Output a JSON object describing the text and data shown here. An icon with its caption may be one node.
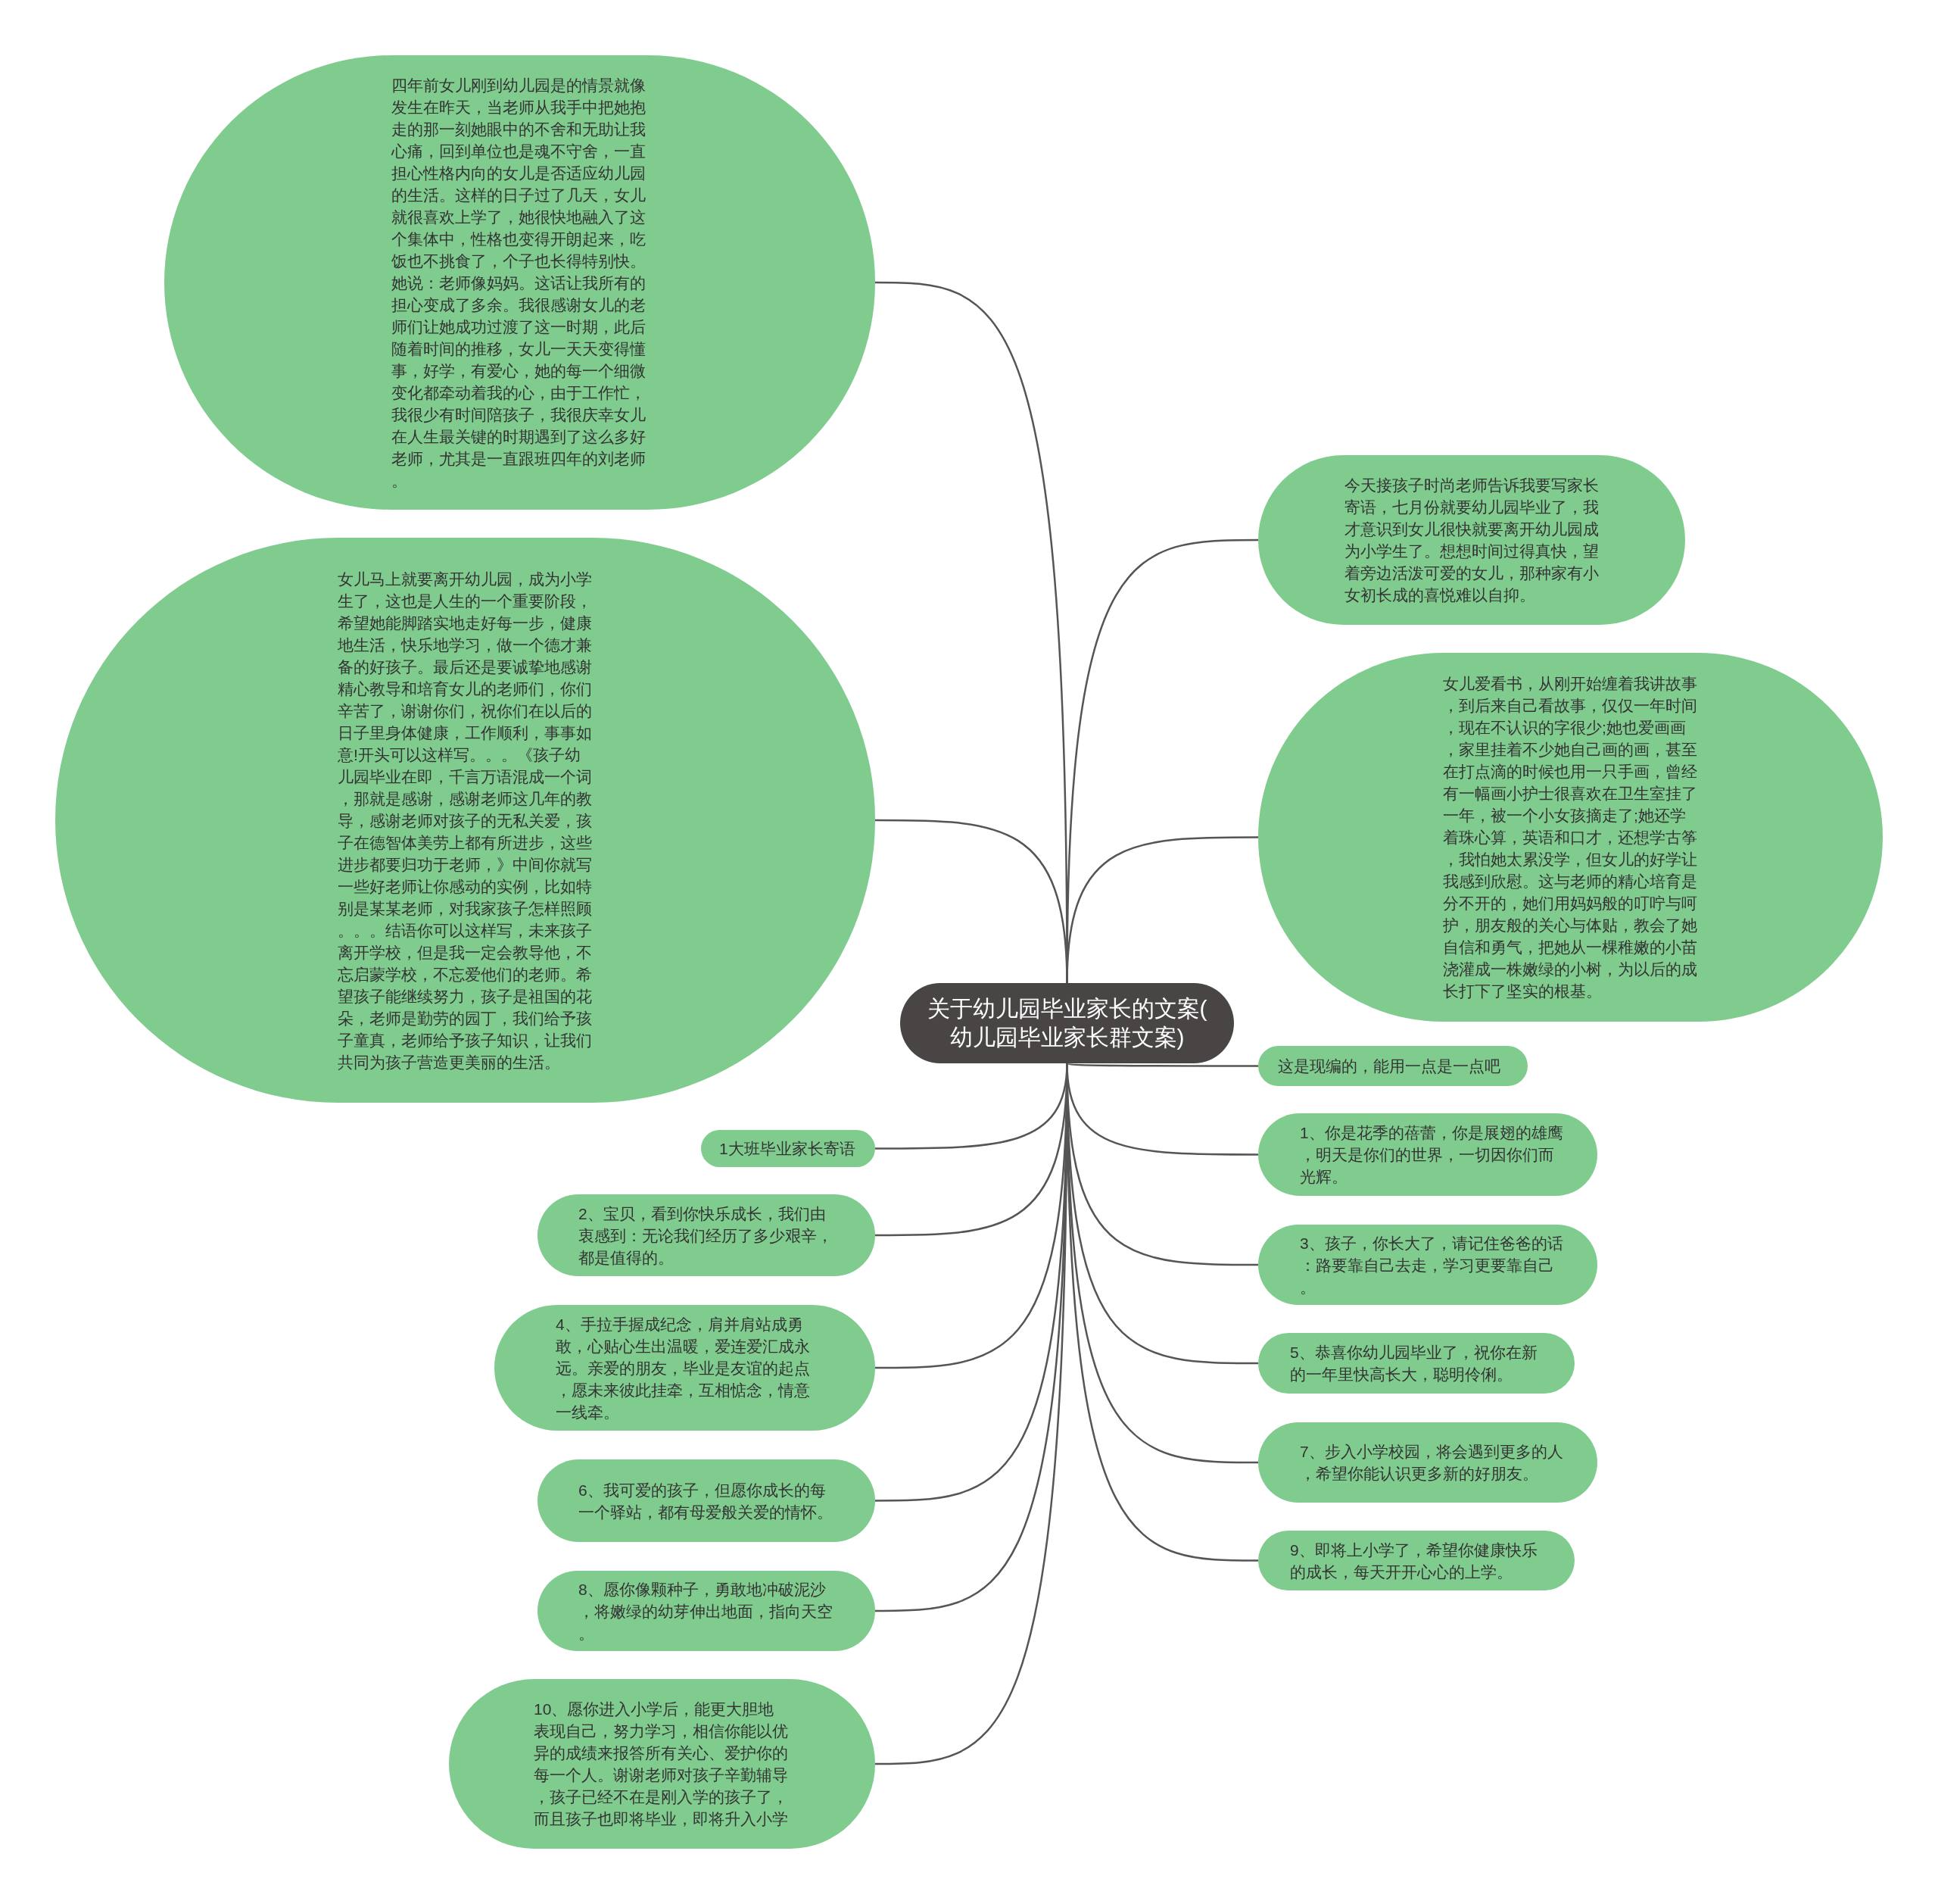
{
  "diagram": {
    "nodes": [
      {
        "text": [
          "关于幼儿园毕业家长的文案(幼儿园毕业家长群文案)"
        ]
      },
      {
        "text": [
          "四年前女儿刚到幼儿园是的情景就像发生在昨天，当老师从我手中把她抱走的那一刻她眼中的不舍和无助让我心痛，回到单位也是魂不守舍，一直担心性格内向的女儿是否适应幼儿园的生活。这样的日子过了几天，女儿就很喜欢上学了，她很快地融入了这个集体中，性格也变得开朗起来，吃饭也不挑食了，个子也长得特别快。她说：老师像妈妈。这话让我所有的担心变成了多余。我很感谢女儿的老师们让她成功过渡了这一时期，此后随着时间的推移，女儿一天天变得懂事，好学，有爱心，她的每一个细微变化都牵动着我的心，由于工作忙，我很少有时间陪孩子，我很庆幸女儿在人生最关键的时期遇到了这么多好老师，尤其是一直跟班四年的刘老师。"
        ]
      },
      {
        "text": [
          "今天接孩子时尚老师告诉我要写家长寄语，七月份就要幼儿园毕业了，我才意识到女儿很快就要离开幼儿园成为小学生了。想想时间过得真快，望着旁边活泼可爱的女儿，那种家有小女初长成的喜悦难以自抑。"
        ]
      },
      {
        "text": [
          "女儿马上就要离开幼儿园，成为小学生了，这也是人生的一个重要阶段，希望她能脚踏实地走好每一步，健康地生活，快乐地学习，做一个德才兼备的好孩子。最后还是要诚挚地感谢精心教导和培育女儿的老师们，你们辛苦了，谢谢你们，祝你们在以后的日子里身体健康，工作顺利，事事如意!开头可以这样写。。。《孩子幼儿园毕业在即，千言万语混成一个词，那就是感谢，感谢老师这几年的教导，感谢老师对孩子的无私关爱，孩子在德智体美劳上都有所进步，这些进步都要归功于老师，》中间你就写一些好老师让你感动的实例，比如特别是某某老师，对我家孩子怎样照顾。。。结语你可以这样写，未来孩子离开学校，但是我一定会教导他，不忘启蒙学校，不忘爱他们的老师。希望孩子能继续努力，孩子是祖国的花朵，老师是勤劳的园丁，我们给予孩子童真，老师给予孩子知识，让我们共同为孩子营造更美丽的生活。"
        ]
      },
      {
        "text": [
          "女儿爱看书，从刚开始缠着我讲故事，到后来自己看故事，仅仅一年时间，现在不认识的字很少;她也爱画画，家里挂着不少她自己画的画，甚至在打点滴的时候也用一只手画，曾经有一幅画小护士很喜欢在卫生室挂了一年，被一个小女孩摘走了;她还学着珠心算，英语和口才，还想学古筝，我怕她太累没学，但女儿的好学让我感到欣慰。这与老师的精心培育是分不开的，她们用妈妈般的叮咛与呵护，朋友般的关心与体贴，教会了她自信和勇气，把她从一棵稚嫩的小苗浇灌成一株嫩绿的小树，为以后的成长打下了坚实的根基。"
        ]
      },
      {
        "text": [
          "这是现编的，能用一点是一点吧"
        ]
      },
      {
        "text": [
          "1大班毕业家长寄语"
        ]
      },
      {
        "text": [
          "1、你是花季的蓓蕾，你是展翅的雄鹰，明天是你们的世界，一切因你们而光辉。"
        ]
      },
      {
        "text": [
          "2、宝贝，看到你快乐成长，我们由衷感到：无论我们经历了多少艰辛，都是值得的。"
        ]
      },
      {
        "text": [
          "3、孩子，你长大了，请记住爸爸的话：路要靠自己去走，学习更要靠自己。"
        ]
      },
      {
        "text": [
          "4、手拉手握成纪念，肩并肩站成勇敢，心贴心生出温暖，爱连爱汇成永远。亲爱的朋友，毕业是友谊的起点，愿未来彼此挂牵，互相惦念，情意一线牵。"
        ]
      },
      {
        "text": [
          "5、恭喜你幼儿园毕业了，祝你在新的一年里快高长大，聪明伶俐。"
        ]
      },
      {
        "text": [
          "6、我可爱的孩子，但愿你成长的每一个驿站，都有母爱般关爱的情怀。"
        ]
      },
      {
        "text": [
          "7、步入小学校园，将会遇到更多的人，希望你能认识更多新的好朋友。"
        ]
      },
      {
        "text": [
          "8、愿你像颗种子，勇敢地冲破泥沙，将嫩绿的幼芽伸出地面，指向天空。"
        ]
      },
      {
        "text": [
          "9、即将上小学了，希望你健康快乐的成长，每天开开心心的上学。"
        ]
      },
      {
        "text": [
          "10、愿你进入小学后，能更大胆地表现自己，努力学习，相信你能以优异的成绩来报答所有关心、爱护你的每一个人。谢谢老师对孩子辛勤辅导，孩子已经不在是刚入学的孩子了，而且孩子也即将毕业，即将升入小学"
        ]
      }
    ],
    "edges": [
      {
        "from": 0,
        "to": 1,
        "arrow": "none"
      },
      {
        "from": 0,
        "to": 2,
        "arrow": "none"
      },
      {
        "from": 0,
        "to": 3,
        "arrow": "none"
      },
      {
        "from": 0,
        "to": 4,
        "arrow": "none"
      },
      {
        "from": 0,
        "to": 5,
        "arrow": "none"
      },
      {
        "from": 0,
        "to": 6,
        "arrow": "none"
      },
      {
        "from": 0,
        "to": 7,
        "arrow": "none"
      },
      {
        "from": 0,
        "to": 8,
        "arrow": "none"
      },
      {
        "from": 0,
        "to": 9,
        "arrow": "none"
      },
      {
        "from": 0,
        "to": 10,
        "arrow": "none"
      },
      {
        "from": 0,
        "to": 11,
        "arrow": "none"
      },
      {
        "from": 0,
        "to": 12,
        "arrow": "none"
      },
      {
        "from": 0,
        "to": 13,
        "arrow": "none"
      },
      {
        "from": 0,
        "to": 14,
        "arrow": "none"
      },
      {
        "from": 0,
        "to": 15,
        "arrow": "none"
      },
      {
        "from": 0,
        "to": 16,
        "arrow": "none"
      }
    ]
  }
}
